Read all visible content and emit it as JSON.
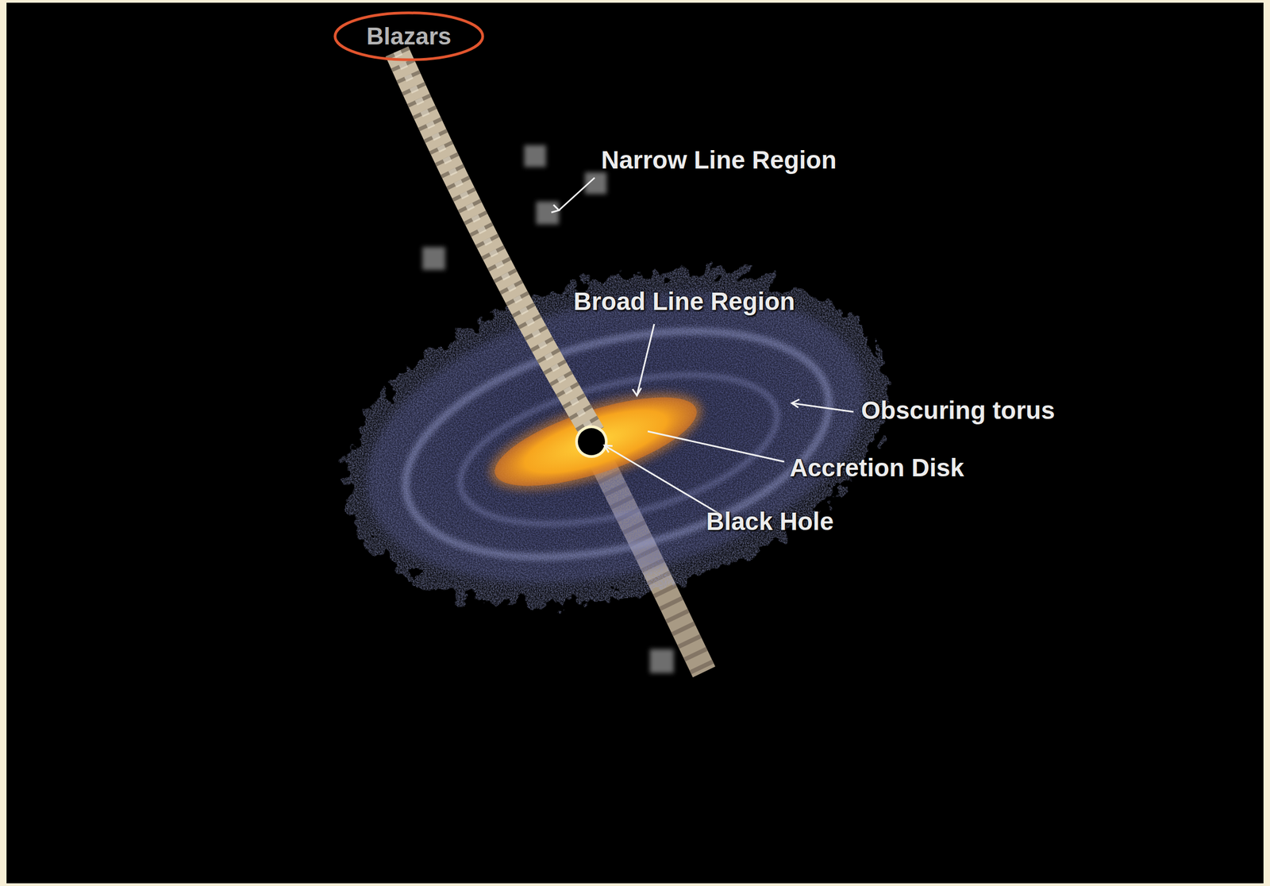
{
  "diagram": {
    "nodes": [
      {
        "text": [
          "Blazars"
        ]
      }
    ],
    "labels": [
      "Narrow Line Region",
      "Broad Line Region",
      "Obscuring torus",
      "Accretion Disk",
      "Black Hole"
    ]
  }
}
